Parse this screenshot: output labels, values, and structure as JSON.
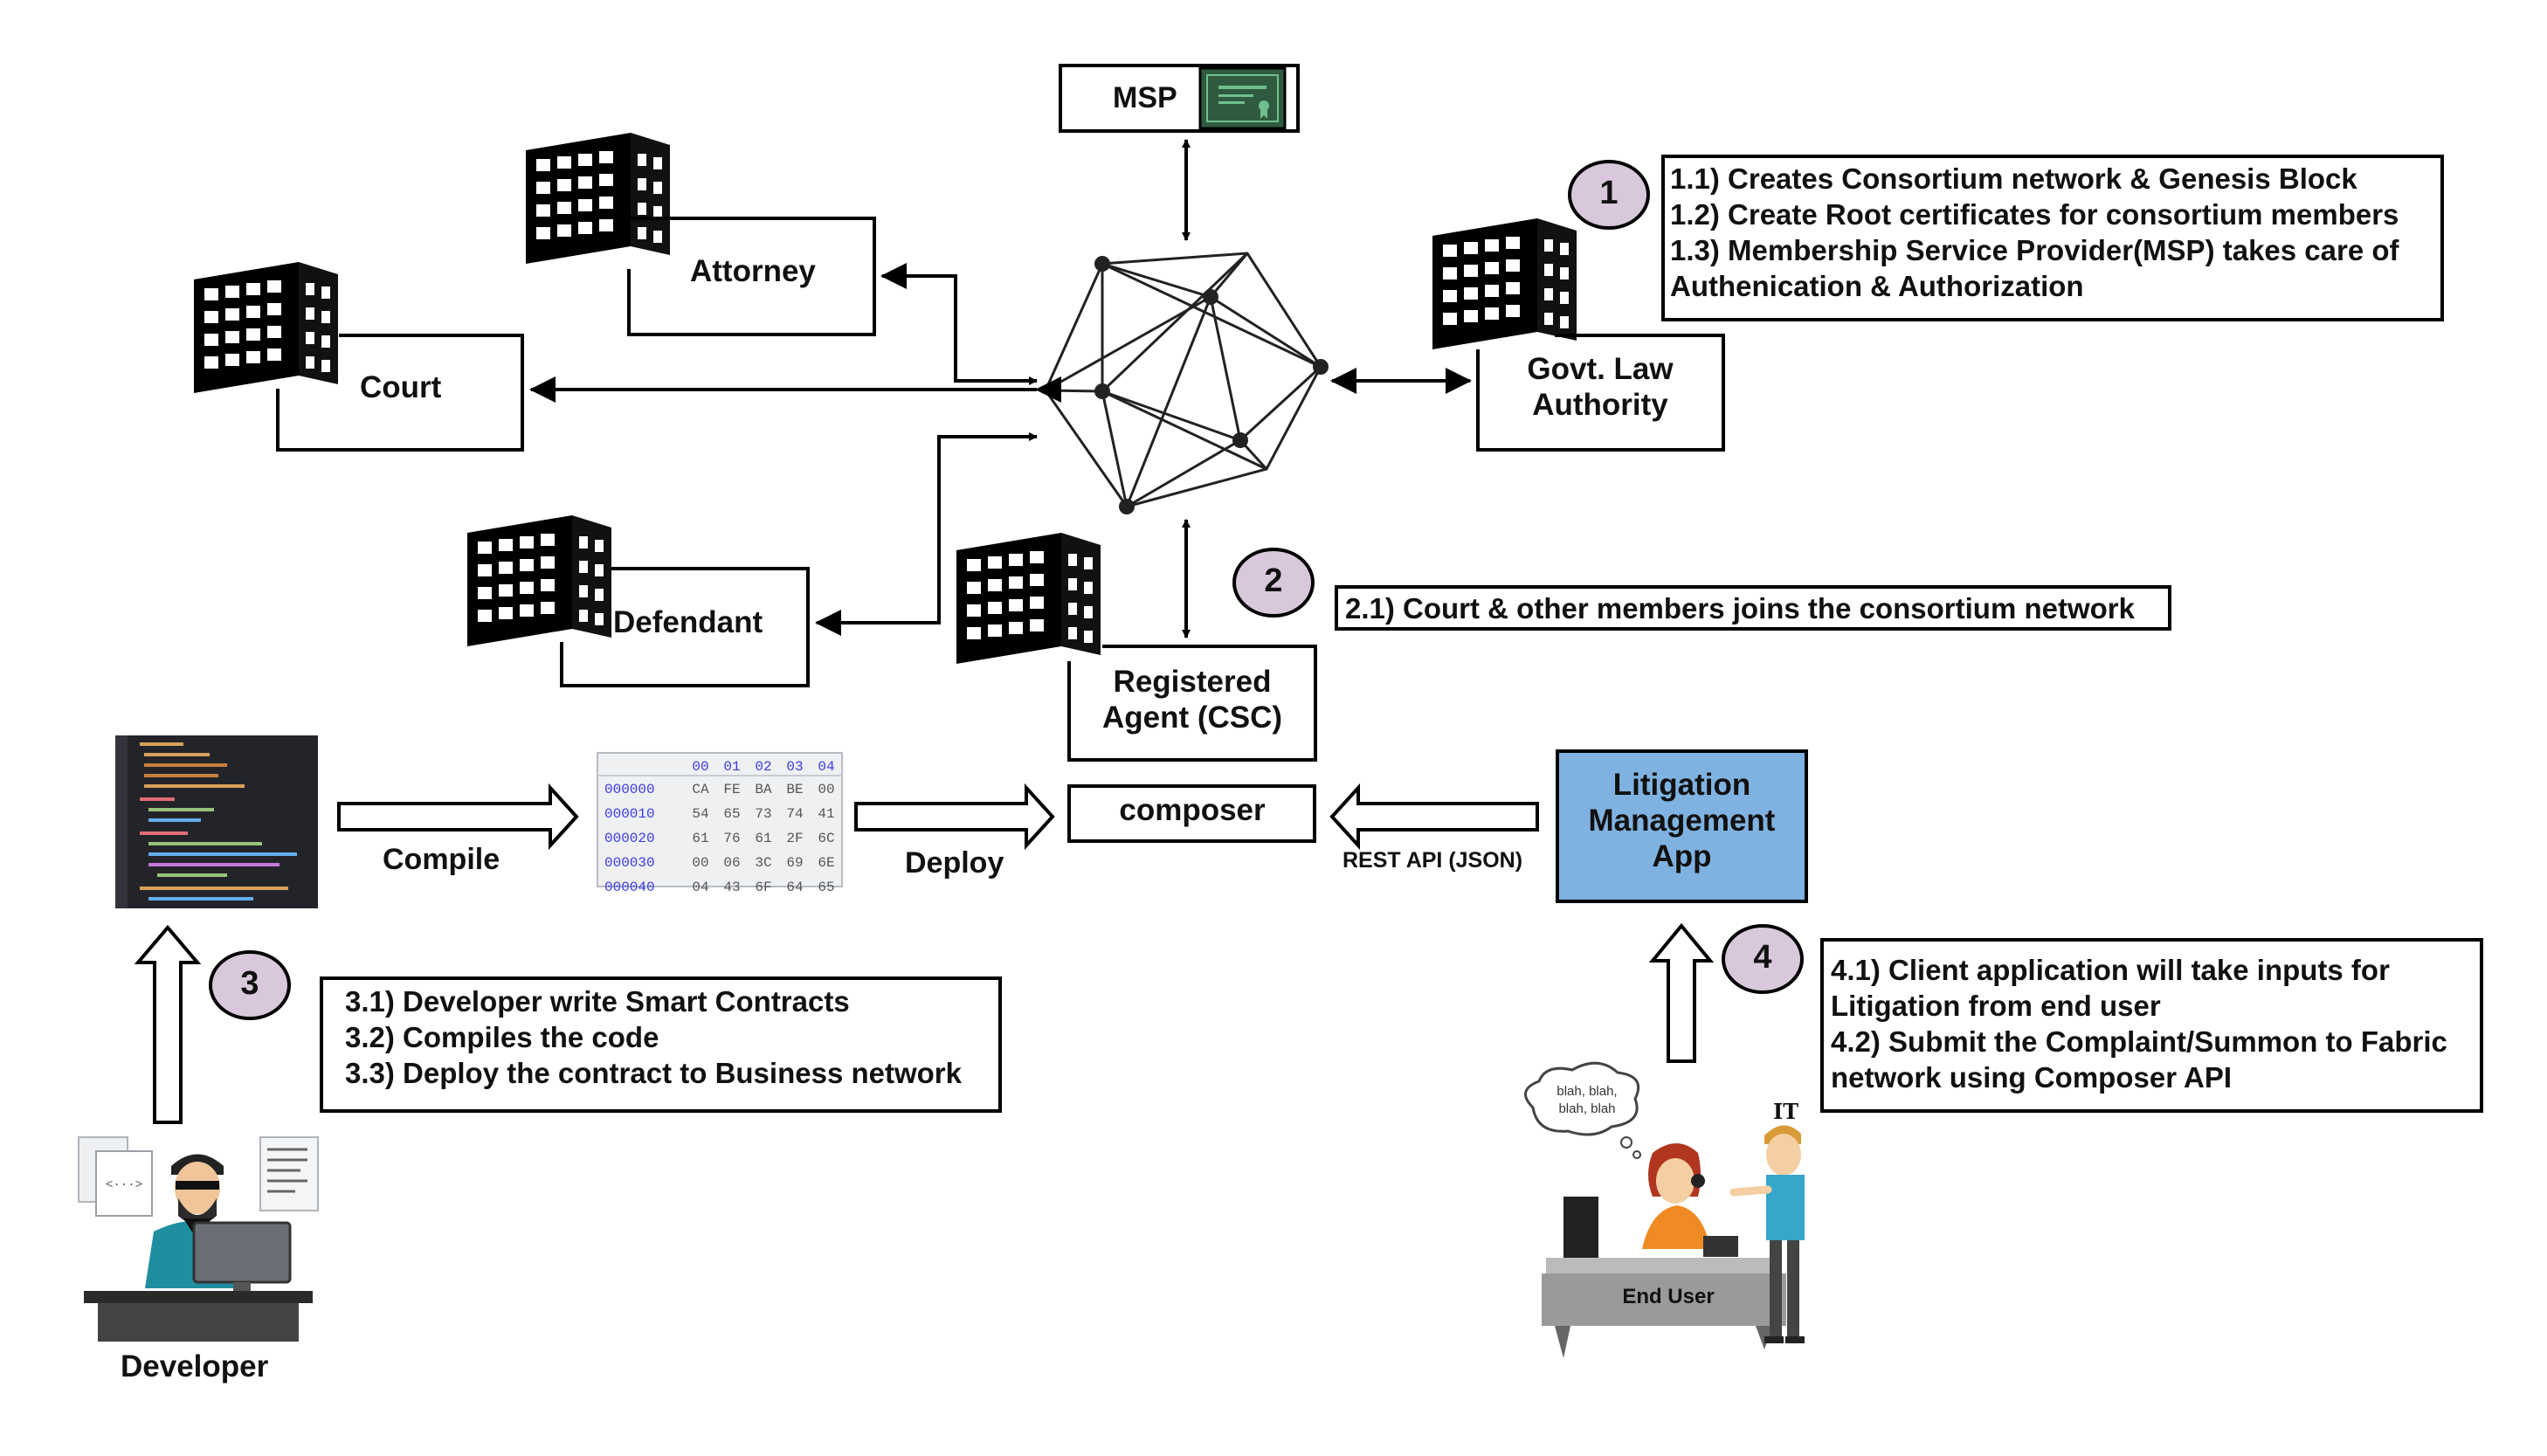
{
  "nodes": {
    "msp": "MSP",
    "attorney": "Attorney",
    "court": "Court",
    "defendant": "Defendant",
    "govt_law_authority": "Govt. Law\nAuthority",
    "registered_agent": "Registered\nAgent (CSC)",
    "composer": "composer",
    "litigation_app": "Litigation\nManagement\nApp",
    "developer": "Developer"
  },
  "edges": {
    "compile": "Compile",
    "deploy": "Deploy",
    "rest_api": "REST API (JSON)"
  },
  "steps": [
    {
      "number": "1",
      "lines": [
        "1.1) Creates Consortium network & Genesis Block",
        "1.2) Create Root certificates for consortium members",
        "1.3) Membership Service Provider(MSP) takes care of",
        "Authenication & Authorization"
      ]
    },
    {
      "number": "2",
      "lines": [
        "2.1) Court & other members joins the consortium network"
      ]
    },
    {
      "number": "3",
      "lines": [
        "3.1) Developer write Smart Contracts",
        "3.2) Compiles the code",
        "3.3) Deploy the contract to Business network"
      ]
    },
    {
      "number": "4",
      "lines": [
        "4.1) Client application will take inputs for",
        "Litigation from end user",
        "4.2) Submit the Complaint/Summon to Fabric",
        "network using Composer API"
      ]
    }
  ],
  "bytecode": {
    "header": [
      "00",
      "01",
      "02",
      "03",
      "04"
    ],
    "rows": [
      {
        "addr": "000000",
        "bytes": [
          "CA",
          "FE",
          "BA",
          "BE",
          "00"
        ]
      },
      {
        "addr": "000010",
        "bytes": [
          "54",
          "65",
          "73",
          "74",
          "41"
        ]
      },
      {
        "addr": "000020",
        "bytes": [
          "61",
          "76",
          "61",
          "2F",
          "6C"
        ]
      },
      {
        "addr": "000030",
        "bytes": [
          "00",
          "06",
          "3C",
          "69",
          "6E"
        ]
      },
      {
        "addr": "000040",
        "bytes": [
          "04",
          "43",
          "6F",
          "64",
          "65"
        ]
      }
    ]
  },
  "end_user_scene": {
    "speech": "blah, blah,\nblah, blah",
    "it_label": "IT",
    "desk_label": "End User"
  },
  "colors": {
    "badge_fill": "#d9c8dc",
    "app_fill": "#7fb2e0",
    "cert_green": "#2f5a3f",
    "line": "#000000"
  }
}
